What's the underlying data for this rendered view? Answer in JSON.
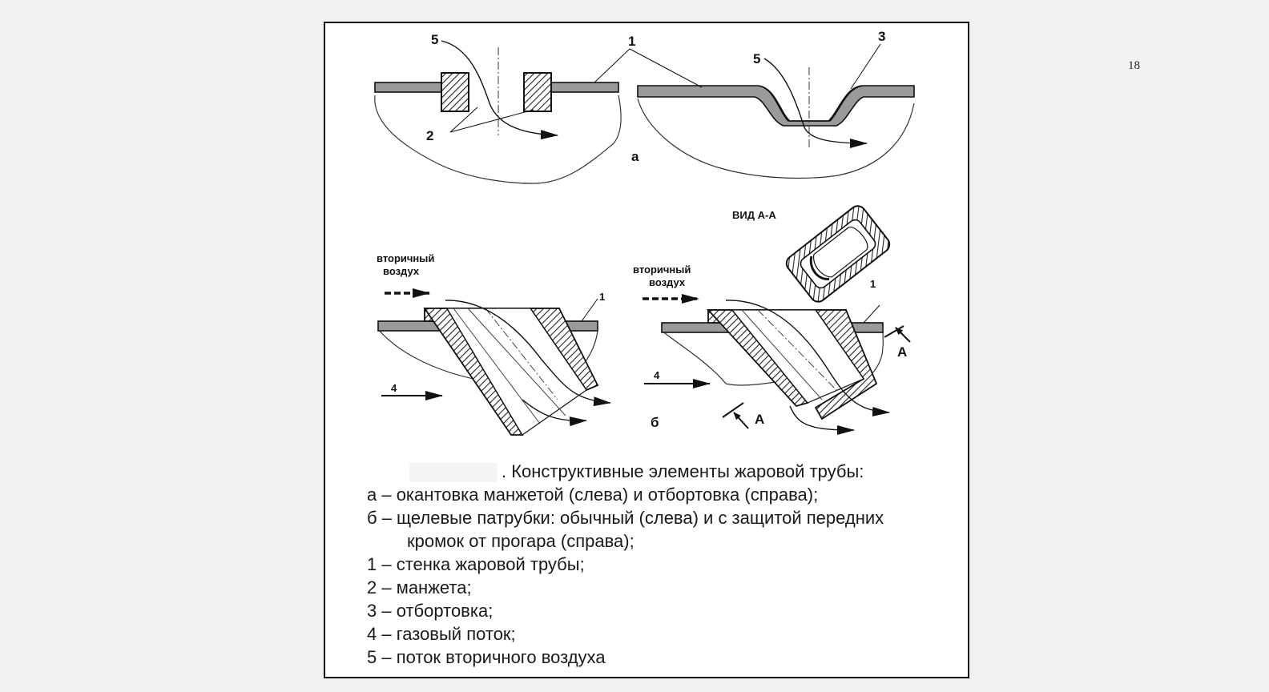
{
  "page": {
    "number": "18"
  },
  "figure": {
    "labels": {
      "n1_top": "1",
      "n2": "2",
      "n3": "3",
      "n5_left": "5",
      "n5_right": "5",
      "part_a": "а",
      "part_b": "б",
      "view_aa": "ВИД  А-А",
      "secondary_air_left_1": "вторичный",
      "secondary_air_left_2": "воздух",
      "secondary_air_right_1": "вторичный",
      "secondary_air_right_2": "воздух",
      "n1_bl": "1",
      "n1_br": "1",
      "n4_left": "4",
      "n4_right": "4",
      "a_right": "А",
      "a_bottom": "А"
    }
  },
  "caption": {
    "title": ". Конструктивные элементы жаровой трубы:",
    "lines": [
      "а – окантовка манжетой (слева) и отбортовка (справа);",
      "б – щелевые патрубки: обычный (слева) и с защитой передних",
      "кромок от прогара (справа);",
      "1 – стенка жаровой трубы;",
      "2 – манжета;",
      "3 – отбортовка;",
      "4 – газовый поток;",
      "5 – поток вторичного воздуха"
    ]
  }
}
